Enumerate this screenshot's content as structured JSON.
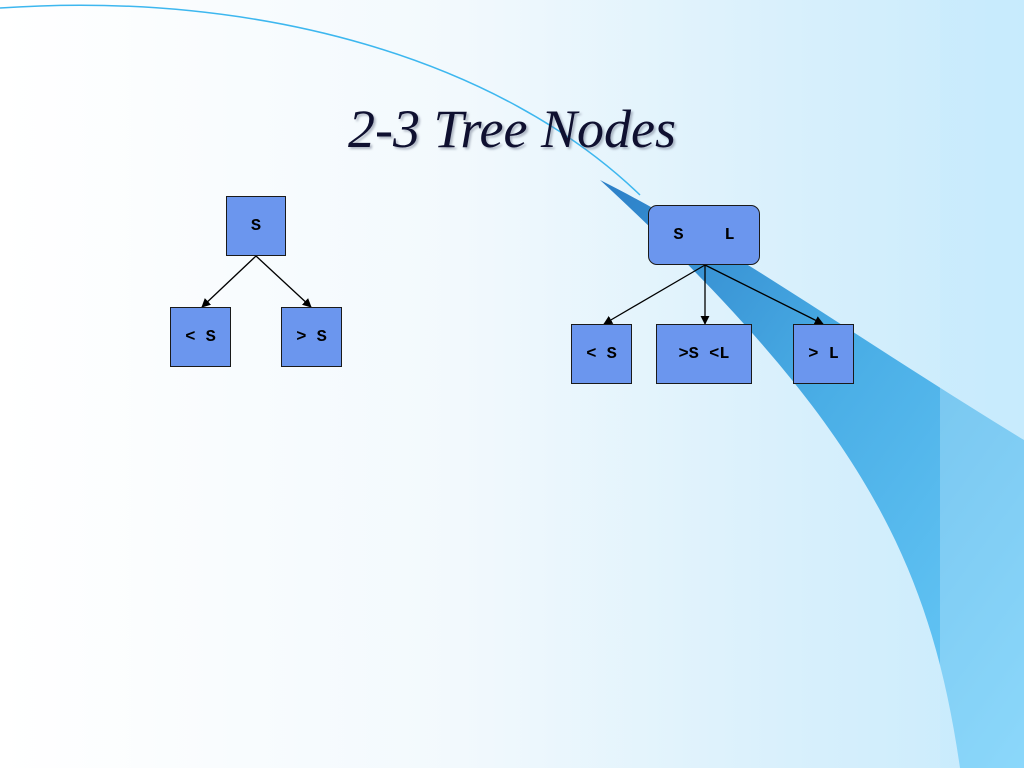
{
  "title": "2-3 Tree Nodes",
  "colors": {
    "node_fill": "#6b96ee",
    "node_border": "#1a1a1a",
    "edge": "#000000",
    "accent": "#5ec5f5"
  },
  "tree_2": {
    "root": "S",
    "children": [
      "< S",
      "> S"
    ]
  },
  "tree_3": {
    "root": "S    L",
    "children": [
      "< S",
      ">S <L",
      "> L"
    ]
  }
}
